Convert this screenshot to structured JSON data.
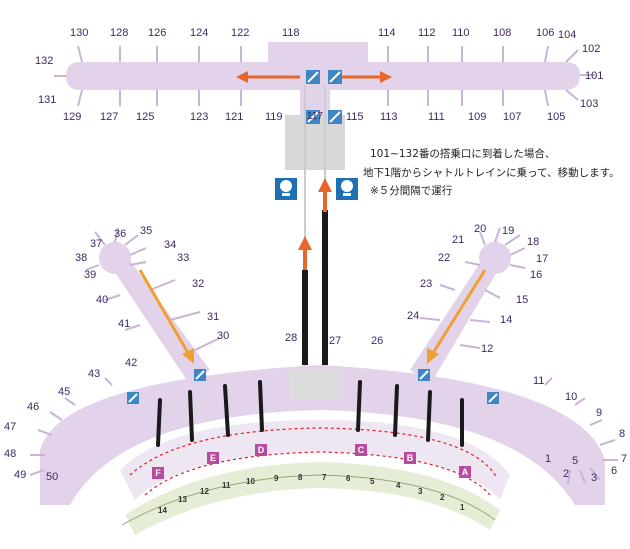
{
  "gates": {
    "g130": "130",
    "g128": "128",
    "g126": "126",
    "g124": "124",
    "g122": "122",
    "g118": "118",
    "g114": "114",
    "g112": "112",
    "g110": "110",
    "g108": "108",
    "g106": "106",
    "g104": "104",
    "g102": "102",
    "g101": "101",
    "g103": "103",
    "g132": "132",
    "g131": "131",
    "g129": "129",
    "g127": "127",
    "g125": "125",
    "g123": "123",
    "g121": "121",
    "g119": "119",
    "g117": "117",
    "g115": "115",
    "g113": "113",
    "g111": "111",
    "g109": "109",
    "g107": "107",
    "g105": "105",
    "g36": "36",
    "g35": "35",
    "g37": "37",
    "g34": "34",
    "g38": "38",
    "g33": "33",
    "g39": "39",
    "g32": "32",
    "g40": "40",
    "g31": "31",
    "g41": "41",
    "g30": "30",
    "g42": "42",
    "g43": "43",
    "g45": "45",
    "g46": "46",
    "g47": "47",
    "g48": "48",
    "g49": "49",
    "g50": "50",
    "g28": "28",
    "g27": "27",
    "g26": "26",
    "g20": "20",
    "g19": "19",
    "g21": "21",
    "g18": "18",
    "g22": "22",
    "g17": "17",
    "g16": "16",
    "g23": "23",
    "g15": "15",
    "g24": "24",
    "g14": "14",
    "g12": "12",
    "g11": "11",
    "g10": "10",
    "g9": "9",
    "g8": "8",
    "g7": "7",
    "g6": "6",
    "g5": "5",
    "g3": "3",
    "g2": "2",
    "g1": "1"
  },
  "notice": {
    "line1": "101~132番の搭乗口に到着した場合、",
    "line2": "地下1階からシャトルトレインに乗って、移動します。",
    "line3": "※５分間隔で運行"
  },
  "checkin_zones": [
    "F",
    "E",
    "D",
    "C",
    "B",
    "A"
  ],
  "counters": [
    "14",
    "13",
    "12",
    "11",
    "10",
    "9",
    "8",
    "7",
    "6",
    "5",
    "4",
    "3",
    "2",
    "1"
  ],
  "colors": {
    "concourse": "#e3d3ea",
    "shuttle_arrow": "#e8662a",
    "walk_arrow": "#f0a030",
    "zone_marker": "#b84aa0",
    "escalator": "#3e86c6",
    "train": "#1a1a1a"
  }
}
